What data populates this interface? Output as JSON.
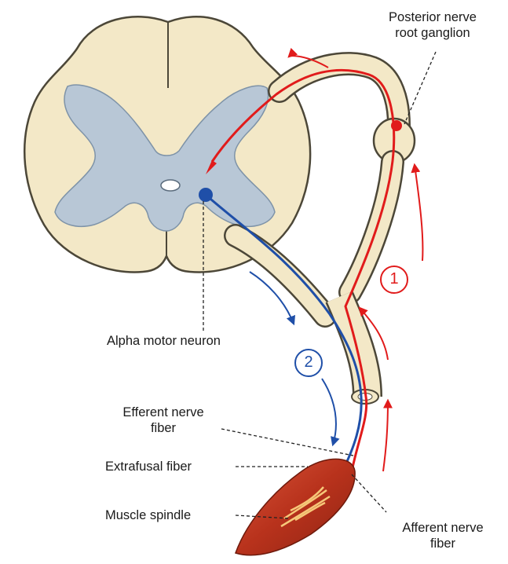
{
  "labels": {
    "posterior_ganglion_line1": "Posterior nerve",
    "posterior_ganglion_line2": "root ganglion",
    "alpha_motor_neuron": "Alpha motor neuron",
    "efferent_line1": "Efferent nerve",
    "efferent_line2": "fiber",
    "extrafusal": "Extrafusal fiber",
    "muscle_spindle": "Muscle spindle",
    "afferent_line1": "Afferent nerve",
    "afferent_line2": "fiber"
  },
  "markers": {
    "afferent_pathway_number": "1",
    "efferent_pathway_number": "2"
  },
  "colors": {
    "spinal_white_matter": "#f3e8c7",
    "spinal_outline": "#4c4738",
    "gray_matter": "#b8c7d6",
    "afferent_red": "#e11b1b",
    "efferent_blue": "#1f4fa8",
    "muscle": "#b8321c"
  }
}
